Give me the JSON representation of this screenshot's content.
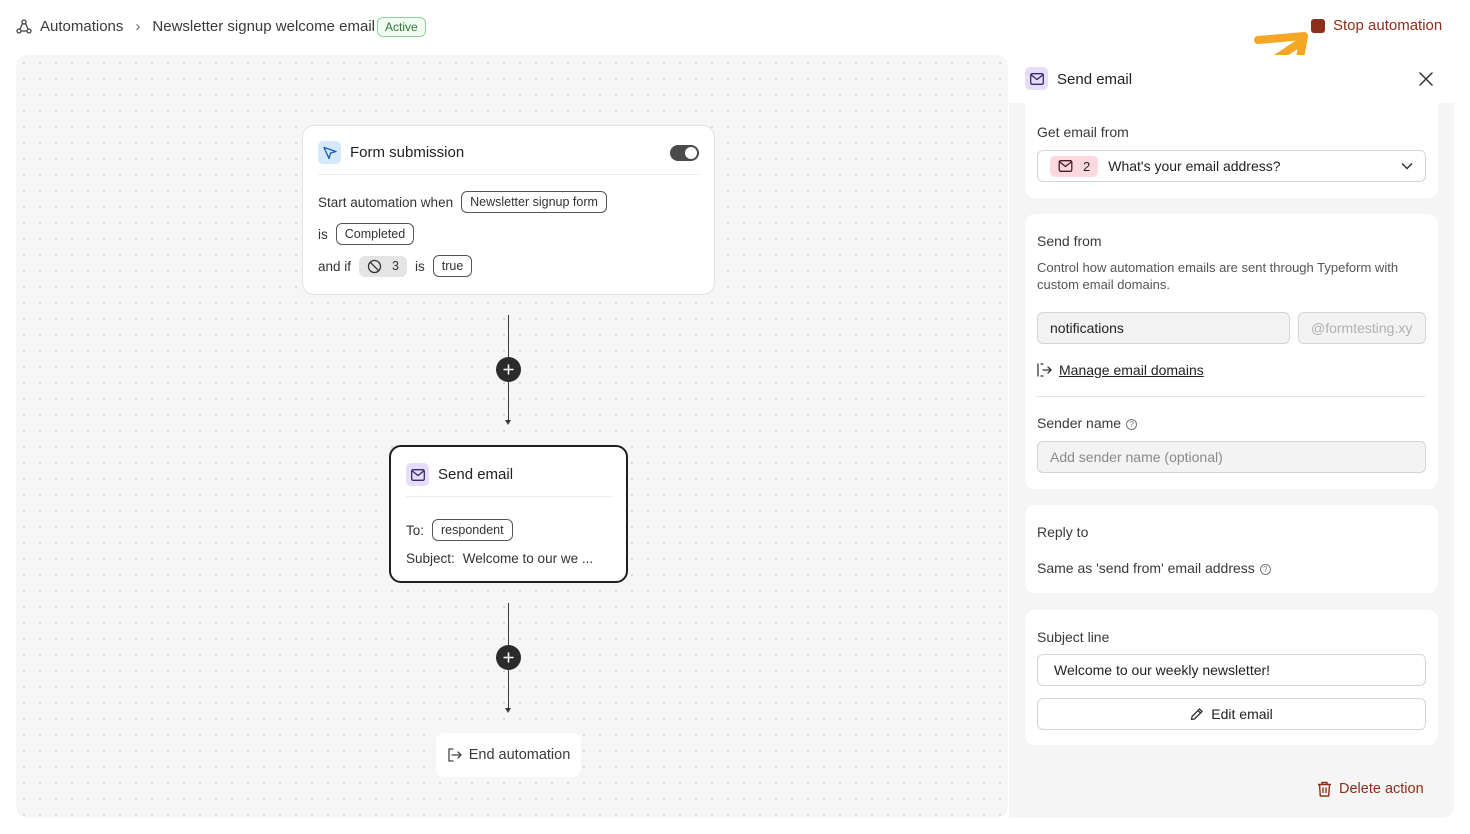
{
  "header": {
    "breadcrumb_root": "Automations",
    "breadcrumb_separator": "›",
    "breadcrumb_current": "Newsletter signup welcome email",
    "status_badge": "Active",
    "stop_label": "Stop automation"
  },
  "trigger": {
    "title": "Form submission",
    "row1_label": "Start automation when",
    "form_chip": "Newsletter signup form",
    "row2_label": "is",
    "status_chip": "Completed",
    "row3_label": "and if",
    "question_number": "3",
    "row3_is": "is",
    "value_chip": "true"
  },
  "action": {
    "title": "Send email",
    "to_label": "To:",
    "to_chip": "respondent",
    "subject_label": "Subject:",
    "subject_value": "Welcome to our we ..."
  },
  "end_node": {
    "label": "End automation"
  },
  "panel": {
    "title": "Send email",
    "get_from": {
      "label": "Get email from",
      "question_number": "2",
      "question_text": "What's your email address?"
    },
    "send_from": {
      "label": "Send from",
      "description": "Control how automation emails are sent through Typeform with custom email domains.",
      "local_part": "notifications",
      "domain": "@formtesting.xyz",
      "manage_link": "Manage email domains",
      "sender_name_label": "Sender name",
      "sender_name_placeholder": "Add sender name (optional)"
    },
    "reply_to": {
      "label": "Reply to",
      "option_label": "Same as 'send from' email address"
    },
    "subject": {
      "label": "Subject line",
      "value": "Welcome to our weekly newsletter!",
      "edit_button": "Edit email"
    },
    "delete_label": "Delete action"
  },
  "colors": {
    "stop_accent": "#8b2e1a",
    "active_badge": "#2d7a3a",
    "annotation_arrow": "#f5a623"
  }
}
